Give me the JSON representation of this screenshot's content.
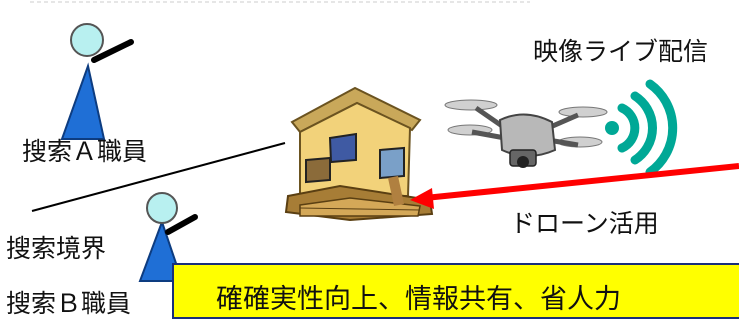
{
  "labels": {
    "staff_a": "搜索Ａ職員",
    "staff_b": "搜索Ｂ職員",
    "boundary": "搜索境界",
    "live_stream": "映像ライブ配信",
    "drone_use": "ドローン活用"
  },
  "banner": {
    "text": "確確実性向上、情報共有、省人力",
    "background": "#ffff00",
    "border": "#1a2f7a"
  },
  "colors": {
    "person_body": "#1f6fd6",
    "person_head": "#b8f0f0",
    "arrow": "#ff0000",
    "signal": "#00a896"
  },
  "icons": [
    "person-icon",
    "damaged-house-icon",
    "drone-icon",
    "wireless-signal-icon"
  ]
}
